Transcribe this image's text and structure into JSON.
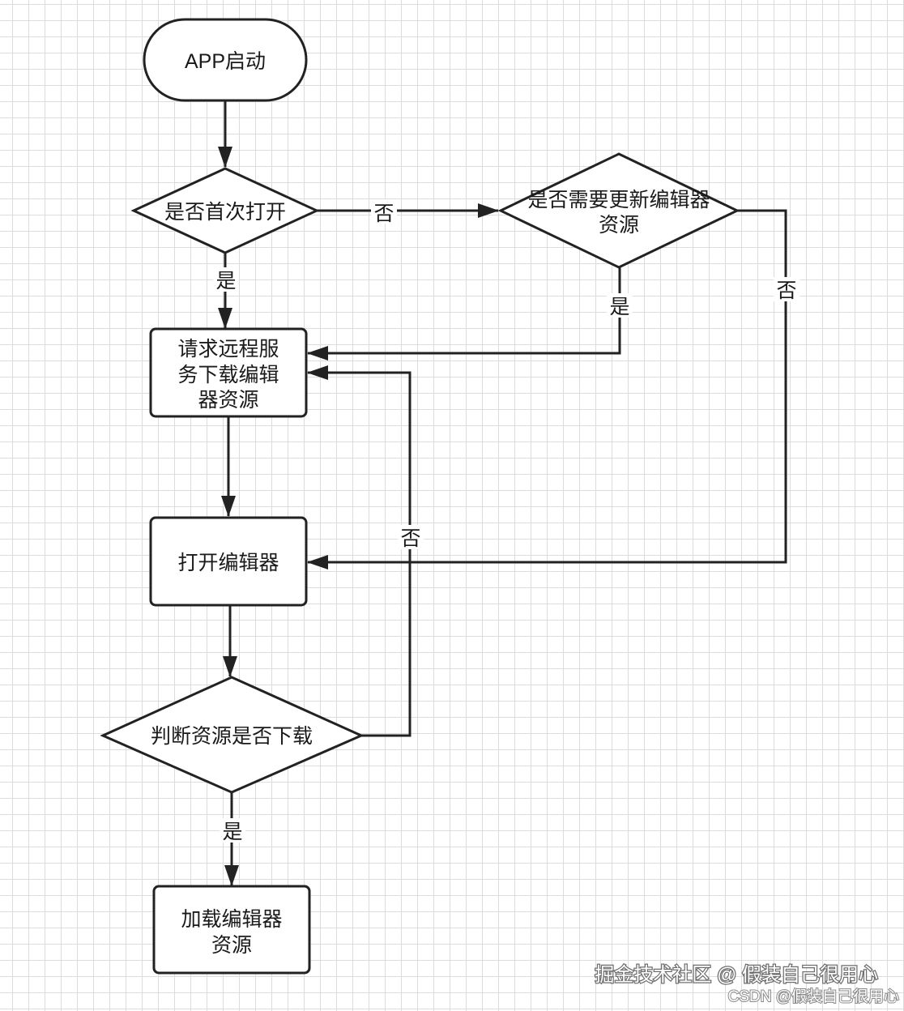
{
  "nodes": {
    "start": {
      "type": "terminal",
      "lines": [
        "APP启动"
      ]
    },
    "first_open": {
      "type": "decision",
      "lines": [
        "是否首次打开"
      ]
    },
    "need_update": {
      "type": "decision",
      "lines": [
        "是否需要更新编辑器",
        "资源"
      ]
    },
    "request_remote": {
      "type": "process",
      "lines": [
        "请求远程服",
        "务下载编辑",
        "器资源"
      ]
    },
    "open_editor": {
      "type": "process",
      "lines": [
        "打开编辑器"
      ]
    },
    "check_downloaded": {
      "type": "decision",
      "lines": [
        "判断资源是否下载"
      ]
    },
    "load_resources": {
      "type": "process",
      "lines": [
        "加载编辑器",
        "资源"
      ]
    }
  },
  "edges": {
    "start_to_first_open": {
      "from": "APP启动",
      "to": "是否首次打开",
      "label": ""
    },
    "first_open_no": {
      "from": "是否首次打开",
      "to": "是否需要更新编辑器资源",
      "label": "否"
    },
    "first_open_yes": {
      "from": "是否首次打开",
      "to": "请求远程服务下载编辑器资源",
      "label": "是"
    },
    "need_update_yes": {
      "from": "是否需要更新编辑器资源",
      "to": "请求远程服务下载编辑器资源",
      "label": "是"
    },
    "need_update_no": {
      "from": "是否需要更新编辑器资源",
      "to": "打开编辑器",
      "label": "否"
    },
    "request_to_open": {
      "from": "请求远程服务下载编辑器资源",
      "to": "打开编辑器",
      "label": ""
    },
    "open_to_check": {
      "from": "打开编辑器",
      "to": "判断资源是否下载",
      "label": ""
    },
    "check_no": {
      "from": "判断资源是否下载",
      "to": "请求远程服务下载编辑器资源",
      "label": "否"
    },
    "check_yes": {
      "from": "判断资源是否下载",
      "to": "加载编辑器资源",
      "label": "是"
    }
  },
  "watermark": {
    "main": "掘金技术社区 @ 假装自己很用心",
    "sub": "CSDN @假装自己很用心"
  },
  "colors": {
    "stroke": "#222222",
    "grid": "#dcdcdc",
    "background": "#ffffff"
  }
}
